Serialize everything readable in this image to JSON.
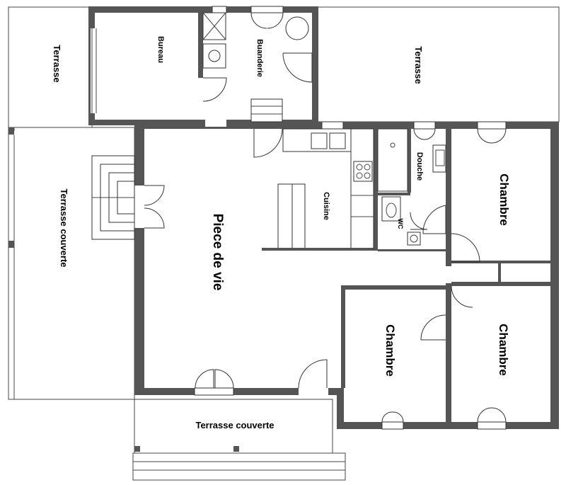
{
  "rooms": {
    "terrasse_west": "Terrasse",
    "bureau": "Bureau",
    "buanderie": "Buanderie",
    "terrasse_east": "Terrasse",
    "terrasse_couverte_west": "Terrasse couverte",
    "piece_de_vie": "Piece de vie",
    "cuisine": "Cuisine",
    "douche": "Douche",
    "wc": "WC",
    "chambre_ne": "Chambre",
    "chambre_sc": "Chambre",
    "chambre_se": "Chambre",
    "terrasse_couverte_south": "Terrasse couverte"
  },
  "colors": {
    "wall": "#555555",
    "line": "#444444",
    "background": "#ffffff"
  }
}
